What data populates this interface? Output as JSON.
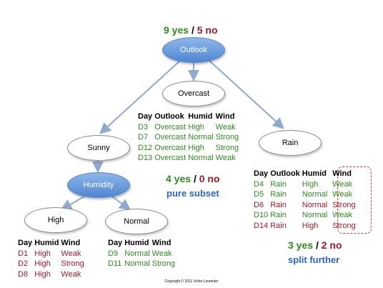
{
  "root": {
    "label": "Outlook",
    "yes": "9 yes",
    "no": "5 no",
    "sep": "/"
  },
  "overcast": {
    "label": "Overcast",
    "columns": [
      "Day",
      "Outlook",
      "Humid",
      "Wind"
    ],
    "rows": [
      [
        "D3",
        "Overcast",
        "High",
        "Weak"
      ],
      [
        "D7",
        "Overcast",
        "Normal",
        "Strong"
      ],
      [
        "D12",
        "Overcast",
        "High",
        "Strong"
      ],
      [
        "D13",
        "Overcast",
        "Normal",
        "Weak"
      ]
    ],
    "yes": "4 yes",
    "no": "0 no",
    "sep": "/",
    "note": "pure subset"
  },
  "sunny": {
    "label": "Sunny"
  },
  "humidity": {
    "label": "Humidity"
  },
  "high": {
    "label": "High",
    "columns": [
      "Day",
      "Humid",
      "Wind"
    ],
    "rows": [
      [
        "D1",
        "High",
        "Weak"
      ],
      [
        "D2",
        "High",
        "Strong"
      ],
      [
        "D8",
        "High",
        "Weak"
      ]
    ]
  },
  "normal": {
    "label": "Normal",
    "columns": [
      "Day",
      "Humid",
      "Wind"
    ],
    "rows": [
      [
        "D9",
        "Normal",
        "Weak"
      ],
      [
        "D11",
        "Normal",
        "Strong"
      ]
    ]
  },
  "rain": {
    "label": "Rain",
    "columns": [
      "Day",
      "Outlook",
      "Humid",
      "Wind"
    ],
    "rows": [
      [
        "D4",
        "Rain",
        "High",
        "Weak"
      ],
      [
        "D5",
        "Rain",
        "Normal",
        "Weak"
      ],
      [
        "D6",
        "Rain",
        "Normal",
        "Strong"
      ],
      [
        "D10",
        "Rain",
        "Normal",
        "Weak"
      ],
      [
        "D14",
        "Rain",
        "High",
        "Strong"
      ]
    ],
    "row_status": [
      "yes",
      "yes",
      "no",
      "yes",
      "no"
    ],
    "yes": "3 yes",
    "no": "2 no",
    "sep": "/",
    "note": "split further"
  },
  "colors": {
    "yes": "#2e8b1f",
    "no": "#a0182a",
    "note": "#2a63c9",
    "node_blue": "#4f86d2",
    "edge": "#8fa9cf",
    "highlight": "#e03b3b"
  },
  "copyright": "Copyright © 2011 Victor Lavrenko"
}
